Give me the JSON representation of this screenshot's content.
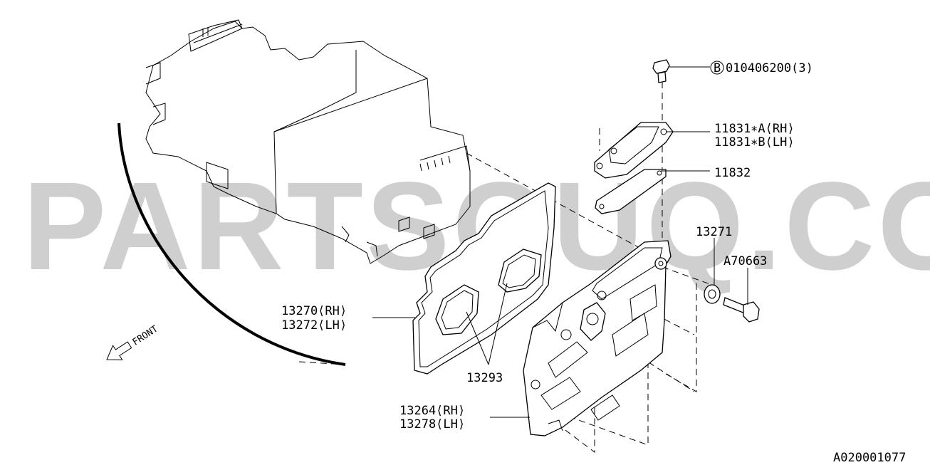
{
  "watermark": "PARTSOUQ.COM",
  "front_label": "FRONT",
  "diagram_code": "A020001077",
  "callouts": {
    "bolt_ref": {
      "circle_letter": "B",
      "text": "010406200(3)"
    },
    "cover_a": "11831∗A⟨RH⟩",
    "cover_b": "11831∗B⟨LH⟩",
    "plate": "11832",
    "washer": "13271",
    "bolt": "A70663",
    "gasket_rh": "13270⟨RH⟩",
    "gasket_lh": "13272⟨LH⟩",
    "plug_gasket": "13293",
    "rocker_rh": "13264⟨RH⟩",
    "rocker_lh": "13278⟨LH⟩"
  }
}
